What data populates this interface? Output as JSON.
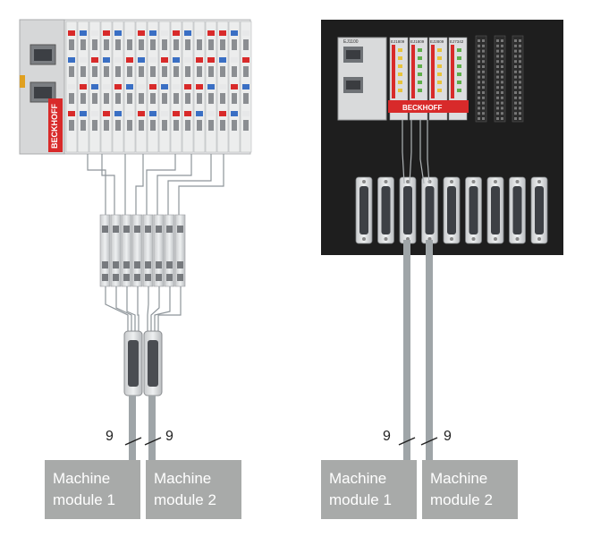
{
  "left": {
    "brand": "BECKHOFF",
    "modules": [
      "Machine module 1",
      "Machine module 2"
    ],
    "wire_counts": [
      "9",
      "9"
    ]
  },
  "right": {
    "brand": "BECKHOFF",
    "modules": [
      "Machine module 1",
      "Machine module 2"
    ],
    "wire_counts": [
      "9",
      "9"
    ],
    "slice_labels": [
      "EJ1100",
      "EJ1809",
      "EJ1809",
      "EJ2809",
      "EJ7342"
    ]
  },
  "colors": {
    "module_box": "#a8aaa9",
    "cable": "#9fa5a8",
    "cabinet": "#1e1e1e",
    "accent_red": "#d82a2a"
  }
}
